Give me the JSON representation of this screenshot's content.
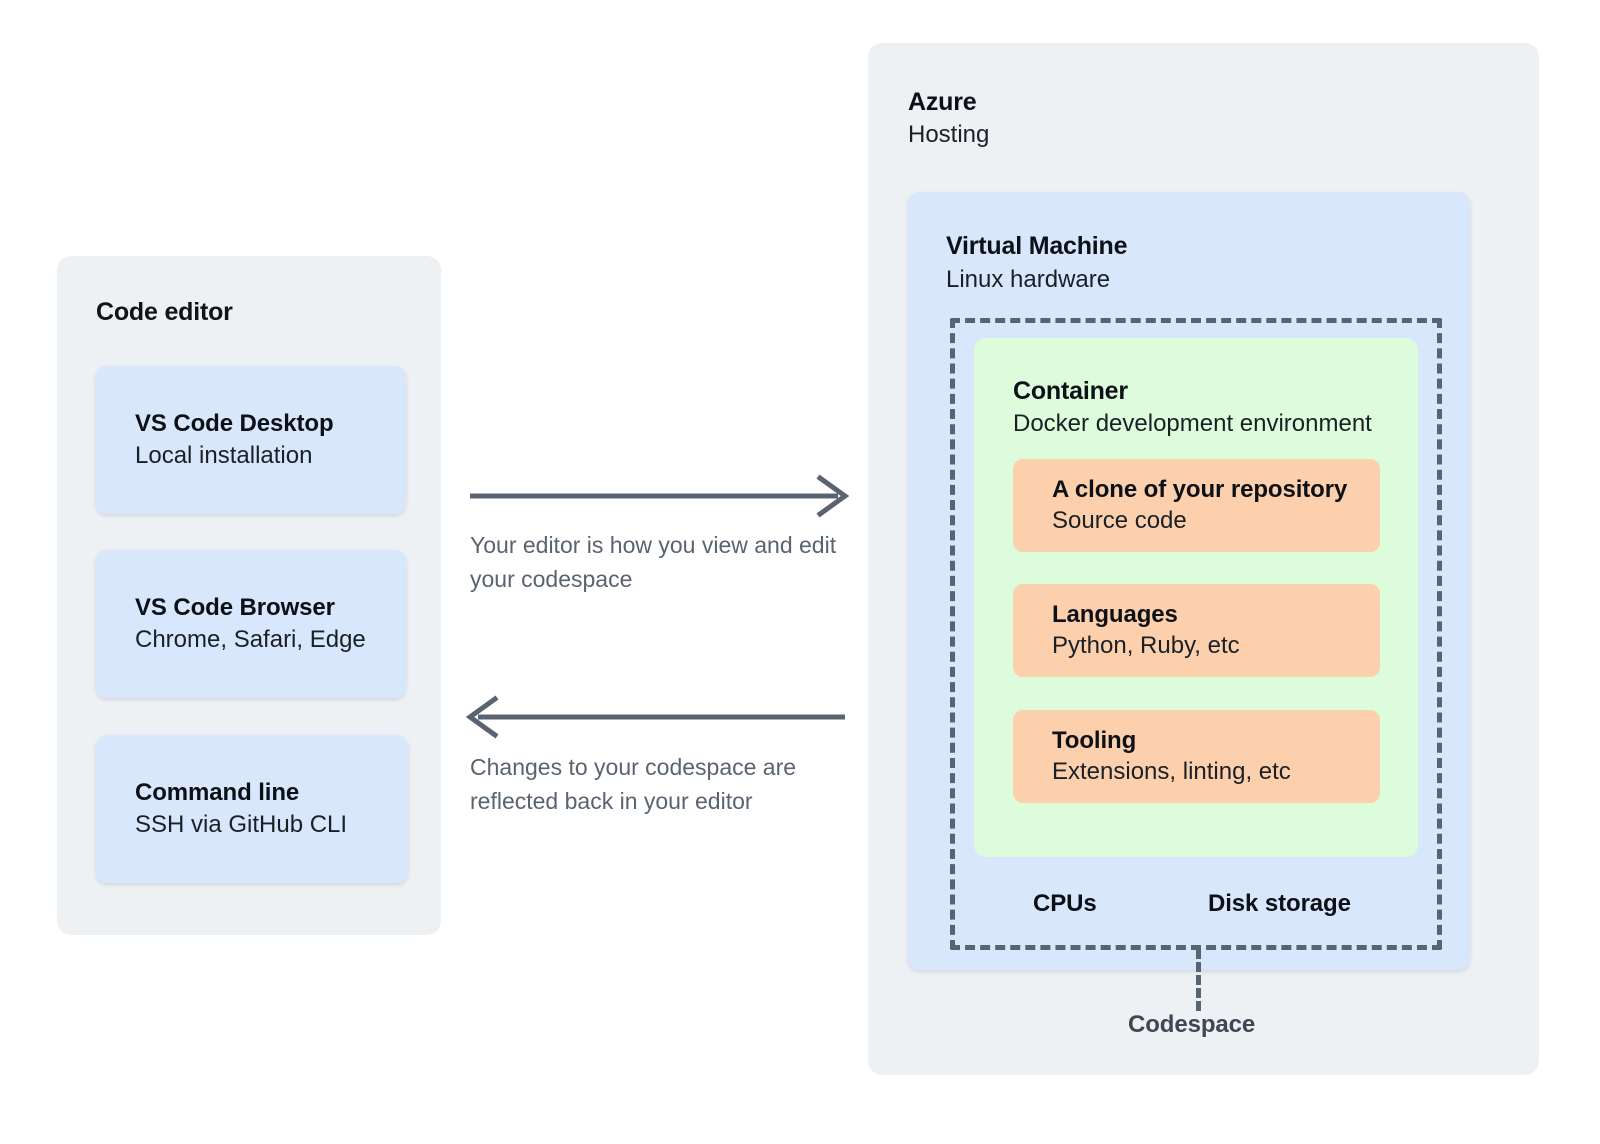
{
  "editor_panel": {
    "title": "Code editor",
    "cards": [
      {
        "title": "VS Code Desktop",
        "subtitle": "Local installation"
      },
      {
        "title": "VS Code Browser",
        "subtitle": "Chrome, Safari, Edge"
      },
      {
        "title": "Command line",
        "subtitle": "SSH via GitHub CLI"
      }
    ]
  },
  "flow": {
    "forward_caption": "Your editor is how you view and edit your codespace",
    "back_caption": "Changes to your codespace are reflected back in your editor"
  },
  "azure_panel": {
    "title": "Azure",
    "subtitle": "Hosting",
    "virtual_machine": {
      "title": "Virtual Machine",
      "subtitle": "Linux hardware",
      "container": {
        "title": "Container",
        "subtitle": "Docker development environment",
        "cards": [
          {
            "title": "A clone of your repository",
            "subtitle": "Source code"
          },
          {
            "title": "Languages",
            "subtitle": "Python, Ruby, etc"
          },
          {
            "title": "Tooling",
            "subtitle": "Extensions, linting, etc"
          }
        ]
      },
      "resources": [
        "CPUs",
        "Disk storage"
      ]
    },
    "codespace_label": "Codespace"
  },
  "colors": {
    "panel_grey": "#eef1f4",
    "card_blue": "#d8e7fc",
    "container_green": "#dcfcdc",
    "card_orange": "#fcd0ac",
    "arrow_grey": "#5a6470",
    "text_dark": "#0d1117"
  }
}
